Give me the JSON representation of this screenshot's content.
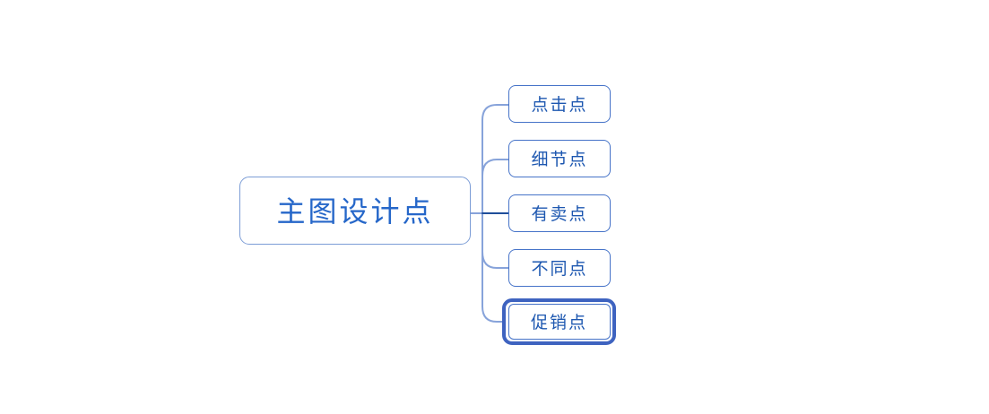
{
  "app": {
    "view": "mindmap-canvas",
    "background": "#FFFFFF"
  },
  "mindmap": {
    "root": {
      "label": "主图设计点"
    },
    "children": [
      {
        "label": "点击点",
        "selected": false
      },
      {
        "label": "细节点",
        "selected": false
      },
      {
        "label": "有卖点",
        "selected": false
      },
      {
        "label": "不同点",
        "selected": false
      },
      {
        "label": "促销点",
        "selected": true
      }
    ]
  },
  "colors": {
    "root_border": "#7C9DD6",
    "root_text": "#2667C9",
    "child_border": "#4673C8",
    "child_text": "#1D57B0",
    "connector_light": "#87A3DA",
    "connector_dark": "#1F4E99",
    "selection_ring": "#3E63C0",
    "canvas_background": "#FFFFFF"
  }
}
